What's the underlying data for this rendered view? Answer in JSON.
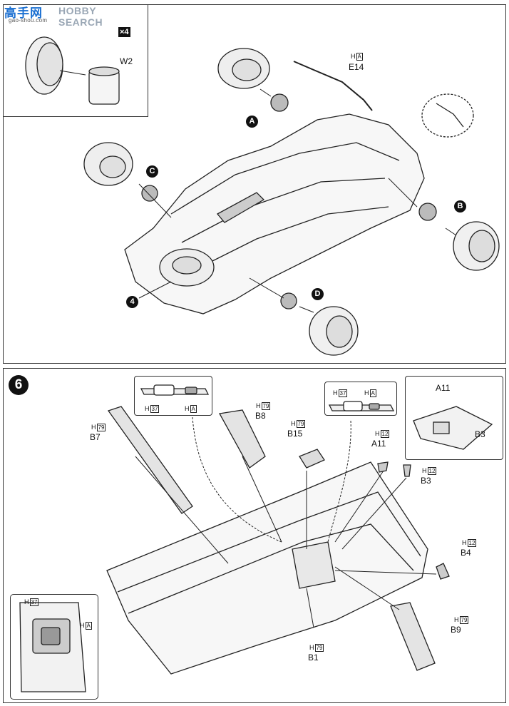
{
  "watermark": {
    "cn": "高手网",
    "en": "HOBBY SEARCH",
    "url": "gao-shou.com"
  },
  "step5": {
    "quantity": "×4",
    "labels": {
      "w2": "W2",
      "e14": "E14",
      "e14_color": "A",
      "h": "H"
    },
    "callouts": [
      "A",
      "B",
      "C",
      "D"
    ],
    "part_number": "4"
  },
  "step6": {
    "step_number": "6",
    "parts": [
      {
        "id": "b7",
        "name": "B7",
        "color": "79"
      },
      {
        "id": "b8",
        "name": "B8",
        "color": "79"
      },
      {
        "id": "b15",
        "name": "B15",
        "color": "79"
      },
      {
        "id": "a11",
        "name": "A11",
        "color": "12"
      },
      {
        "id": "b3",
        "name": "B3",
        "color": "12"
      },
      {
        "id": "b4",
        "name": "B4",
        "color": "12"
      },
      {
        "id": "b9",
        "name": "B9",
        "color": "79"
      },
      {
        "id": "b1",
        "name": "B1",
        "color": "79"
      }
    ],
    "detail": {
      "a11": "A11",
      "b3": "B3"
    },
    "insets": {
      "left_color": "37",
      "right_color": "A",
      "h": "H"
    }
  }
}
